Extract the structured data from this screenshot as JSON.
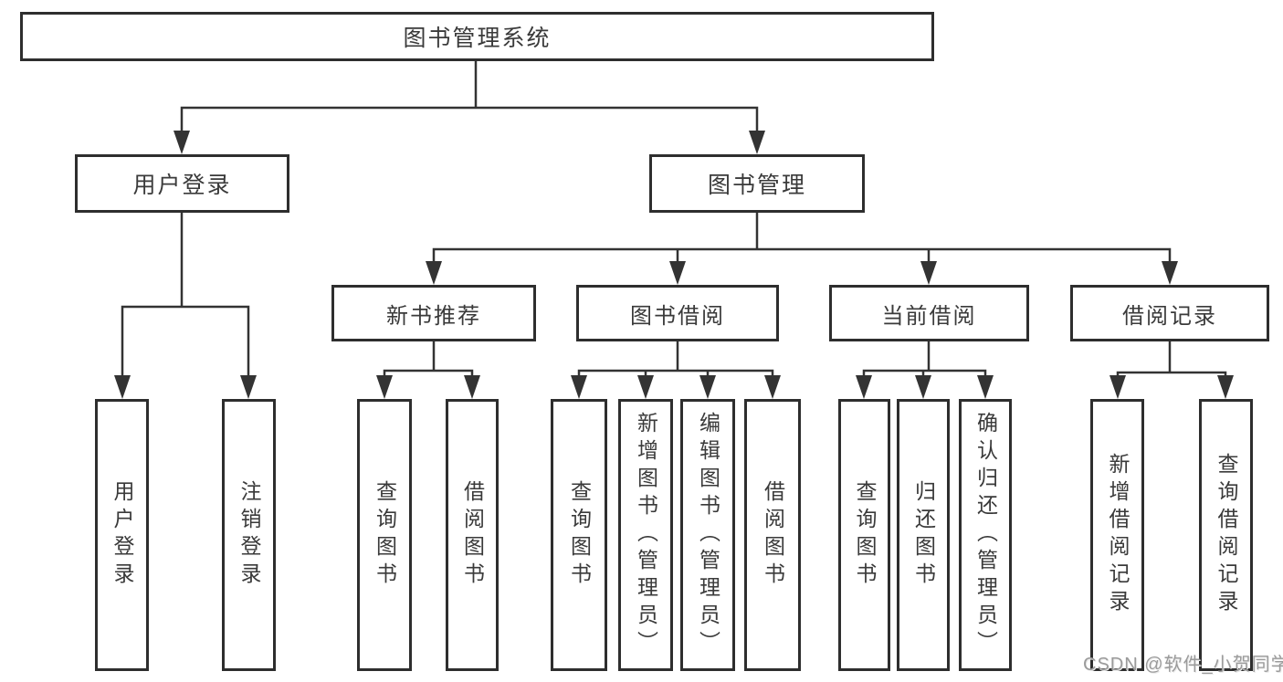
{
  "nodes": {
    "root": "图书管理系统",
    "level2": [
      "用户登录",
      "图书管理"
    ],
    "level3": [
      "新书推荐",
      "图书借阅",
      "当前借阅",
      "借阅记录"
    ],
    "leaves_user": [
      "用户登录",
      "注销登录"
    ],
    "leaves_newbook": [
      "查询图书",
      "借阅图书"
    ],
    "leaves_borrow": [
      "查询图书",
      "新增图书（管理员）",
      "编辑图书（管理员）",
      "借阅图书"
    ],
    "leaves_current": [
      "查询图书",
      "归还图书",
      "确认归还（管理员）"
    ],
    "leaves_record": [
      "新增借阅记录",
      "查询借阅记录"
    ]
  },
  "watermark": "CSDN @软件_小贺同学",
  "colors": {
    "line": "#333333",
    "box_border": "#2e2e2e",
    "box_fill": "#ffffff",
    "text": "#3a3a3a",
    "watermark": "#9b9b9b"
  }
}
